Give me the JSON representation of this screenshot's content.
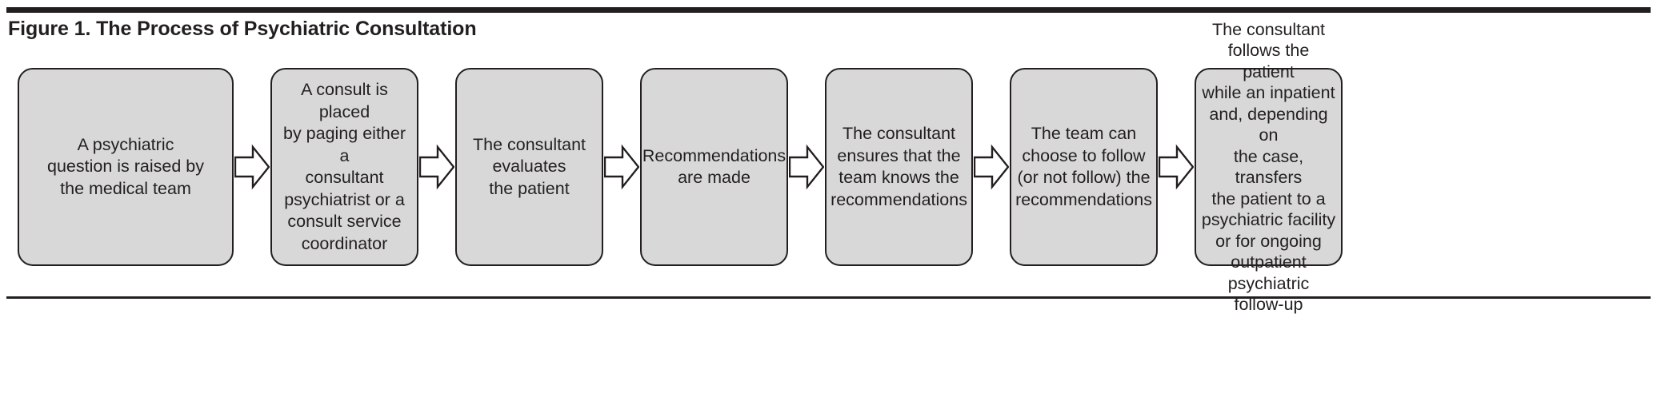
{
  "figure": {
    "title": "Figure 1. The Process of Psychiatric Consultation",
    "rule_color": "#231f20",
    "box_fill": "#d8d8d8",
    "box_border": "#231f20",
    "arrow_fill": "#ffffff",
    "arrow_stroke": "#231f20"
  },
  "flow": {
    "steps": [
      {
        "id": "step-1",
        "text": "A psychiatric\nquestion is raised by\nthe medical team"
      },
      {
        "id": "step-2",
        "text": "A consult is placed\nby paging either a\nconsultant\npsychiatrist or a\nconsult service\ncoordinator"
      },
      {
        "id": "step-3",
        "text": "The consultant\nevaluates\nthe patient"
      },
      {
        "id": "step-4",
        "text": "Recommendations\nare made"
      },
      {
        "id": "step-5",
        "text": "The consultant\nensures that the\nteam knows the\nrecommendations"
      },
      {
        "id": "step-6",
        "text": "The team can\nchoose  to follow\n(or not  follow) the\nrecommendations"
      },
      {
        "id": "step-7",
        "text": "The consultant\nfollows the patient\nwhile an inpatient\nand, depending on\nthe case, transfers\nthe patient to a\npsychiatric facility\nor for ongoing\noutpatient\npsychiatric follow-up"
      }
    ],
    "connectors": [
      {
        "id": "arrow-1",
        "label": "right-arrow"
      },
      {
        "id": "arrow-2",
        "label": "right-arrow"
      },
      {
        "id": "arrow-3",
        "label": "right-arrow"
      },
      {
        "id": "arrow-4",
        "label": "right-arrow"
      },
      {
        "id": "arrow-5",
        "label": "right-arrow"
      },
      {
        "id": "arrow-6",
        "label": "right-arrow"
      }
    ]
  }
}
